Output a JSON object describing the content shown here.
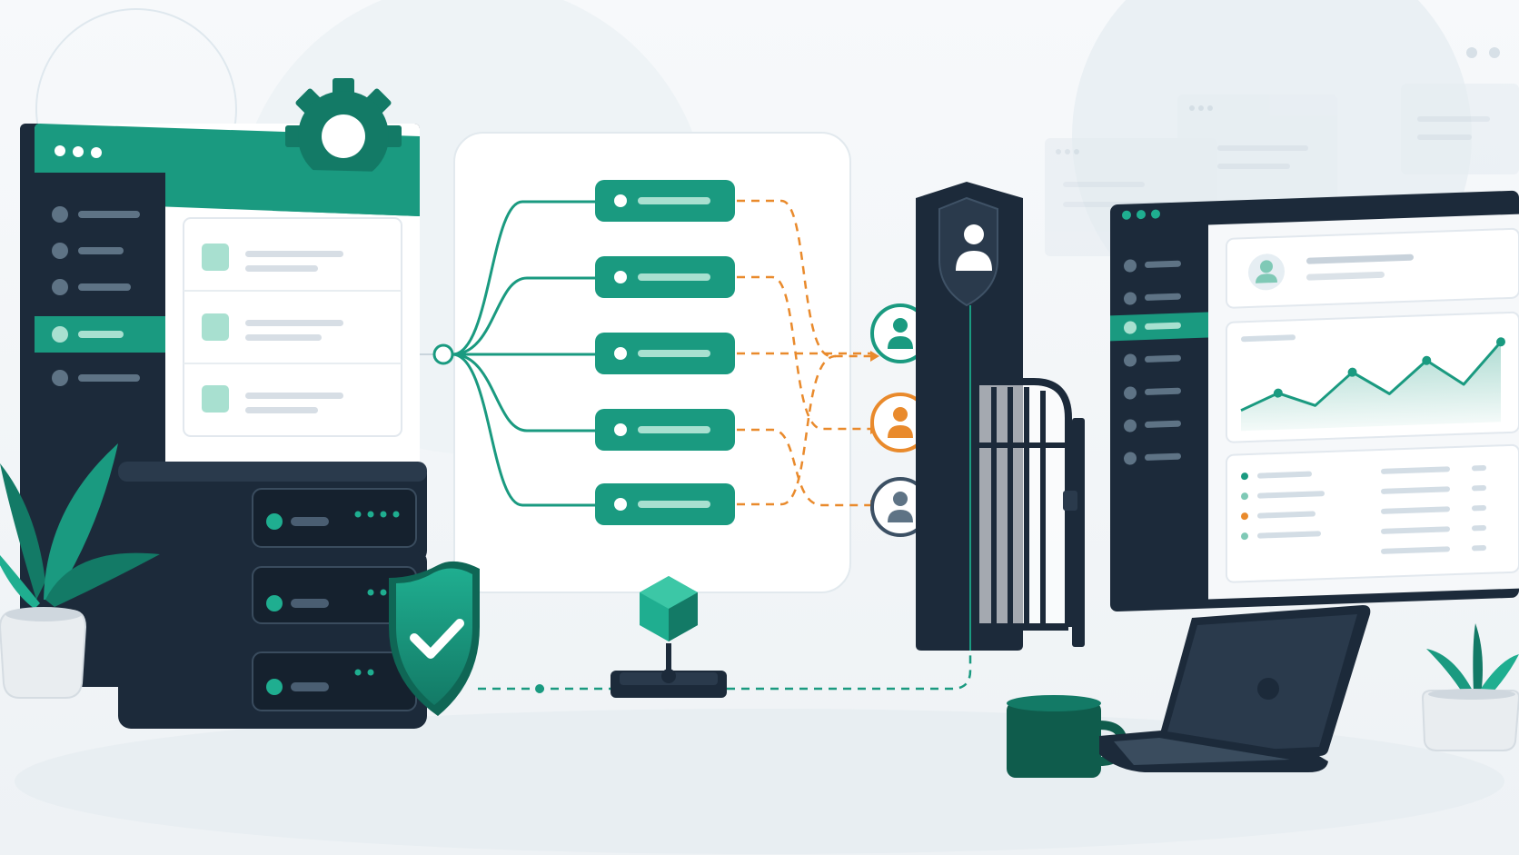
{
  "colors": {
    "teal": "#1a9a80",
    "teal_dark": "#137a66",
    "teal_light": "#a8e0d0",
    "navy": "#1c2a3a",
    "navy_light": "#2a3a4c",
    "orange": "#e98a2c",
    "slate": "#5e7385",
    "background": "#f3f6f8",
    "panel": "#ffffff"
  },
  "icons": {
    "gear": "gear-icon",
    "shield_check": "shield-check-icon",
    "shield_user": "shield-user-icon",
    "user": "user-icon",
    "gate": "gate-icon",
    "server": "server-rack-icon",
    "laptop": "laptop-icon",
    "mug": "coffee-mug-icon",
    "plant": "plant-icon",
    "node": "hexagon-node-icon"
  },
  "routes": {
    "count": 5,
    "user_badges": [
      "teal",
      "orange",
      "slate"
    ]
  },
  "dashboard": {
    "trend_values": [
      18,
      32,
      20,
      48,
      28,
      56,
      34,
      70
    ]
  }
}
